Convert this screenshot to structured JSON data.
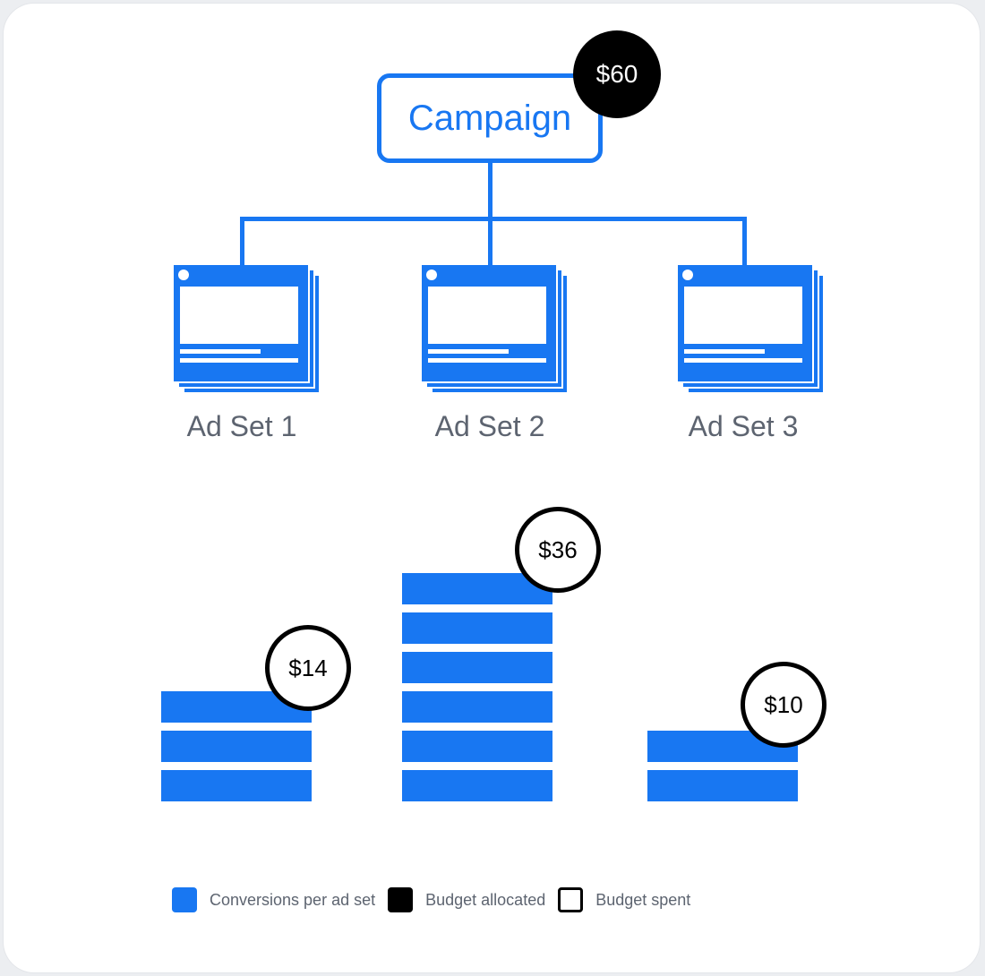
{
  "campaign": {
    "label": "Campaign",
    "budget_allocated": "$60"
  },
  "ad_sets": [
    {
      "label": "Ad Set 1",
      "budget_spent": "$14",
      "conversions": 3
    },
    {
      "label": "Ad Set 2",
      "budget_spent": "$36",
      "conversions": 6
    },
    {
      "label": "Ad Set 3",
      "budget_spent": "$10",
      "conversions": 2
    }
  ],
  "legend": {
    "conversions": "Conversions per ad set",
    "allocated": "Budget allocated",
    "spent": "Budget spent"
  },
  "colors": {
    "accent": "#1877f2",
    "allocated": "#000000",
    "label_gray": "#5d6470"
  },
  "icons": {
    "ad_set": "ad-stack-icon"
  }
}
